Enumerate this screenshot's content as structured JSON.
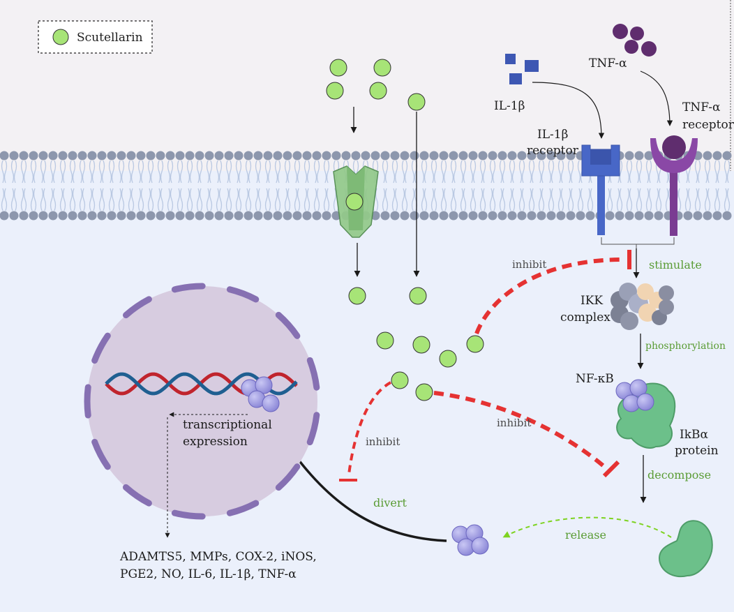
{
  "legend": {
    "label": "Scutellarin"
  },
  "ligands": {
    "il1b": "IL-1β",
    "tnfa": "TNF-α"
  },
  "receptors": {
    "il1b_line1": "IL-1β",
    "il1b_line2": "receptor",
    "tnfa_line1": "TNF-α",
    "tnfa_line2": "receptor"
  },
  "pathway": {
    "stimulate": "stimulate",
    "ikk_line1": "IKK",
    "ikk_line2": "complex",
    "phosphorylation": "phosphorylation",
    "nfkb": "NF-κB",
    "ikba_line1": "IkBα",
    "ikba_line2": "protein",
    "decompose": "decompose",
    "release": "release",
    "divert": "divert"
  },
  "inhibit": {
    "top": "inhibit",
    "middle": "inhibit",
    "left": "inhibit"
  },
  "nucleus": {
    "line1": "transcriptional",
    "line2": "expression"
  },
  "outputs": {
    "line1": "ADAMTS5, MMPs, COX-2, iNOS,",
    "line2": "PGE2, NO, IL-6, IL-1β, TNF-α"
  },
  "colors": {
    "extracellular": "#f3f1f4",
    "cytoplasm": "#ebf0fb",
    "scutellarin": "#a7e477",
    "il1b": "#3d57b3",
    "tnfa": "#5f2d6e",
    "tnfa_receptor": "#7a3c92",
    "nucleus_fill": "#d7cce0",
    "nucleus_membrane": "#8670b2",
    "inhibit": "#e53232",
    "nfkb": "#9a96e0",
    "ikba": "#6cc08a",
    "green_text": "#5a9c34"
  },
  "icons": {
    "channel": "transporter-channel-icon",
    "ikk": "ikk-complex-icon",
    "dna": "dna-helix-icon"
  }
}
